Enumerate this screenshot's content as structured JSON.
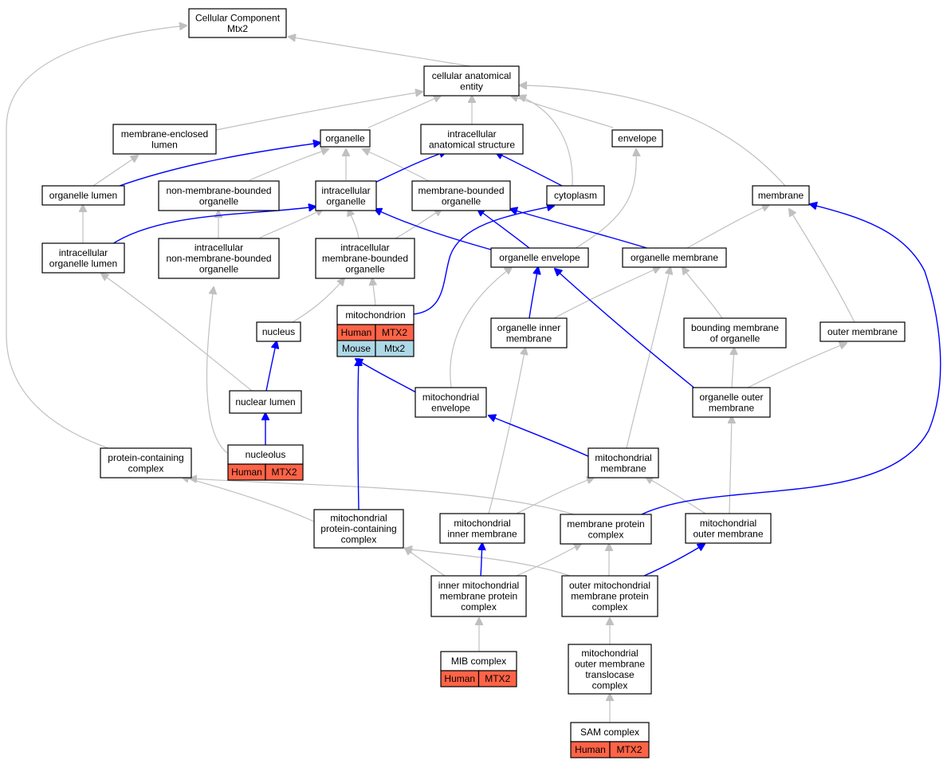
{
  "palette": {
    "human": "#ff6347",
    "mouse": "#add8e6",
    "is_a": "#c0c0c0",
    "part_of": "#0000ff"
  },
  "nodes": {
    "root": {
      "lines": [
        "Cellular Component",
        "Mtx2"
      ]
    },
    "cae": {
      "lines": [
        "cellular anatomical",
        "entity"
      ]
    },
    "mel": {
      "lines": [
        "membrane-enclosed",
        "lumen"
      ]
    },
    "org": {
      "lines": [
        "organelle"
      ]
    },
    "ias": {
      "lines": [
        "intracellular",
        "anatomical structure"
      ]
    },
    "env": {
      "lines": [
        "envelope"
      ]
    },
    "ol": {
      "lines": [
        "organelle lumen"
      ]
    },
    "nmbo": {
      "lines": [
        "non-membrane-bounded",
        "organelle"
      ]
    },
    "io": {
      "lines": [
        "intracellular",
        "organelle"
      ]
    },
    "mbo": {
      "lines": [
        "membrane-bounded",
        "organelle"
      ]
    },
    "cyto": {
      "lines": [
        "cytoplasm"
      ]
    },
    "mem": {
      "lines": [
        "membrane"
      ]
    },
    "iol": {
      "lines": [
        "intracellular",
        "organelle lumen"
      ]
    },
    "inmbo": {
      "lines": [
        "intracellular",
        "non-membrane-bounded",
        "organelle"
      ]
    },
    "imbo": {
      "lines": [
        "intracellular",
        "membrane-bounded",
        "organelle"
      ]
    },
    "oenv": {
      "lines": [
        "organelle envelope"
      ]
    },
    "omem": {
      "lines": [
        "organelle membrane"
      ]
    },
    "mito": {
      "lines": [
        "mitochondrion"
      ],
      "tags": [
        [
          "Human",
          "MTX2"
        ],
        [
          "Mouse",
          "Mtx2"
        ]
      ]
    },
    "nuc": {
      "lines": [
        "nucleus"
      ]
    },
    "oim": {
      "lines": [
        "organelle inner",
        "membrane"
      ]
    },
    "bmo": {
      "lines": [
        "bounding membrane",
        "of organelle"
      ]
    },
    "outm": {
      "lines": [
        "outer membrane"
      ]
    },
    "nl": {
      "lines": [
        "nuclear lumen"
      ]
    },
    "menv": {
      "lines": [
        "mitochondrial",
        "envelope"
      ]
    },
    "oom": {
      "lines": [
        "organelle outer",
        "membrane"
      ]
    },
    "ncl": {
      "lines": [
        "nucleolus"
      ],
      "tags": [
        [
          "Human",
          "MTX2"
        ]
      ]
    },
    "pcc": {
      "lines": [
        "protein-containing",
        "complex"
      ]
    },
    "mmem": {
      "lines": [
        "mitochondrial",
        "membrane"
      ]
    },
    "mpcc": {
      "lines": [
        "mitochondrial",
        "protein-containing",
        "complex"
      ]
    },
    "mim": {
      "lines": [
        "mitochondrial",
        "inner membrane"
      ]
    },
    "mpc": {
      "lines": [
        "membrane protein",
        "complex"
      ]
    },
    "mom": {
      "lines": [
        "mitochondrial",
        "outer membrane"
      ]
    },
    "imp": {
      "lines": [
        "inner mitochondrial",
        "membrane protein",
        "complex"
      ]
    },
    "omp": {
      "lines": [
        "outer mitochondrial",
        "membrane protein",
        "complex"
      ]
    },
    "mib": {
      "lines": [
        "MIB complex"
      ],
      "tags": [
        [
          "Human",
          "MTX2"
        ]
      ]
    },
    "momt": {
      "lines": [
        "mitochondrial",
        "outer membrane",
        "translocase",
        "complex"
      ]
    },
    "sam": {
      "lines": [
        "SAM complex"
      ],
      "tags": [
        [
          "Human",
          "MTX2"
        ]
      ]
    }
  }
}
